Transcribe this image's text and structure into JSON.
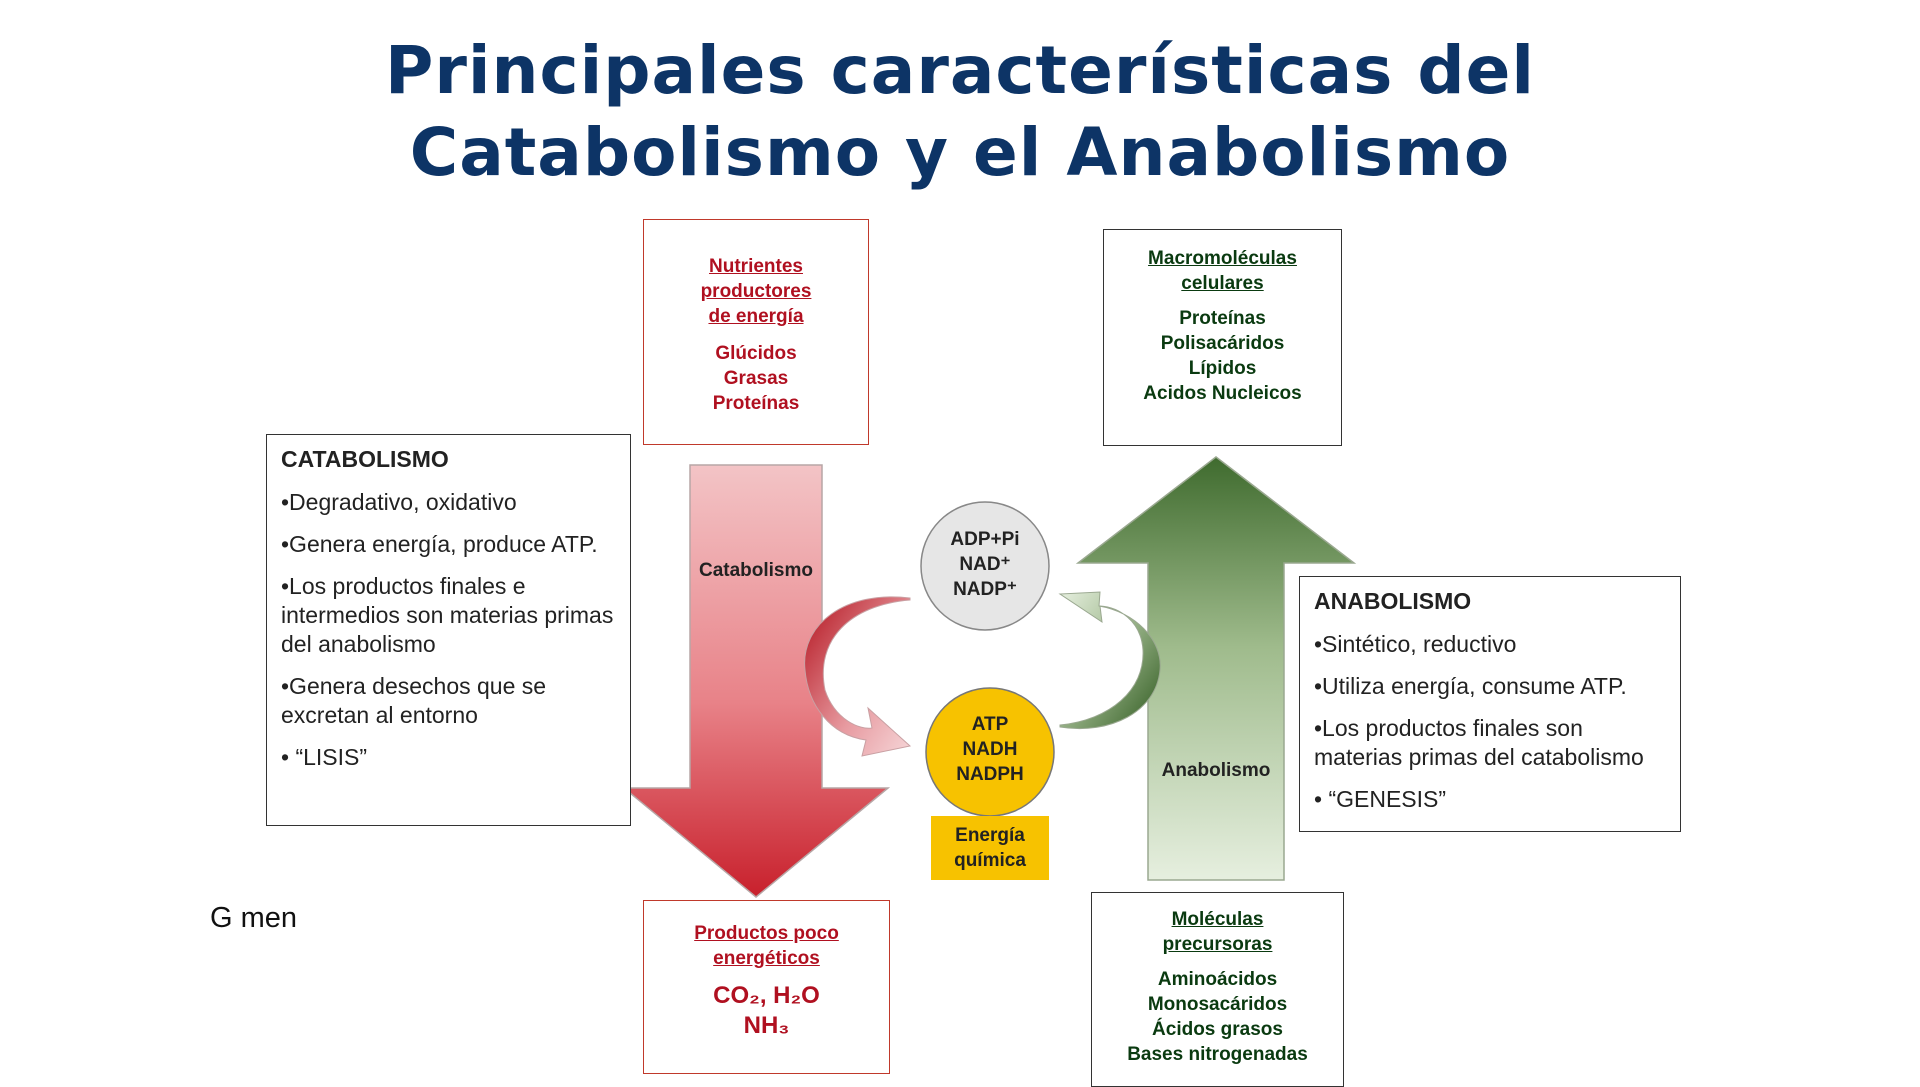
{
  "title": {
    "line1": "Principales características del",
    "line2": "Catabolismo y el Anabolismo"
  },
  "nutrients": {
    "heading": [
      "Nutrientes",
      "productores",
      "de energía"
    ],
    "items": [
      "Glúcidos",
      "Grasas",
      "Proteínas"
    ]
  },
  "macromolecules": {
    "heading": [
      "Macromoléculas",
      "celulares"
    ],
    "items": [
      "Proteínas",
      "Polisacáridos",
      "Lípidos",
      "Acidos Nucleicos"
    ]
  },
  "catabolism_info": {
    "heading": "CATABOLISMO",
    "bullets": [
      "•Degradativo, oxidativo",
      "•Genera energía, produce ATP.",
      "•Los productos finales e intermedios son materias primas del anabolismo",
      "•Genera desechos que se excretan al entorno",
      "• “LISIS”"
    ]
  },
  "anabolism_info": {
    "heading": "ANABOLISMO",
    "bullets": [
      "•Sintético, reductivo",
      "•Utiliza energía, consume ATP.",
      "•Los productos finales son materias primas del catabolismo",
      "• “GENESIS”"
    ]
  },
  "arrows": {
    "catabolism_label": "Catabolismo",
    "anabolism_label": "Anabolismo"
  },
  "circles": {
    "low_energy": [
      "ADP+Pi",
      "NAD⁺",
      "NADP⁺"
    ],
    "high_energy": [
      "ATP",
      "NADH",
      "NADPH"
    ]
  },
  "energy_box": [
    "Energía",
    "química"
  ],
  "products": {
    "heading": [
      "Productos poco",
      "energéticos"
    ],
    "line1": "CO₂,  H₂O",
    "line2": "NH₃"
  },
  "precursors": {
    "heading": [
      "Moléculas",
      "precursoras"
    ],
    "items": [
      "Aminoácidos",
      "Monosacáridos",
      "Ácidos grasos",
      "Bases nitrogenadas"
    ]
  },
  "author": "G men",
  "colors": {
    "title": "#0d3466",
    "catabolism_red": "#c8202c",
    "anabolism_green": "#3f6b2e",
    "energy_yellow": "#f7c200"
  }
}
